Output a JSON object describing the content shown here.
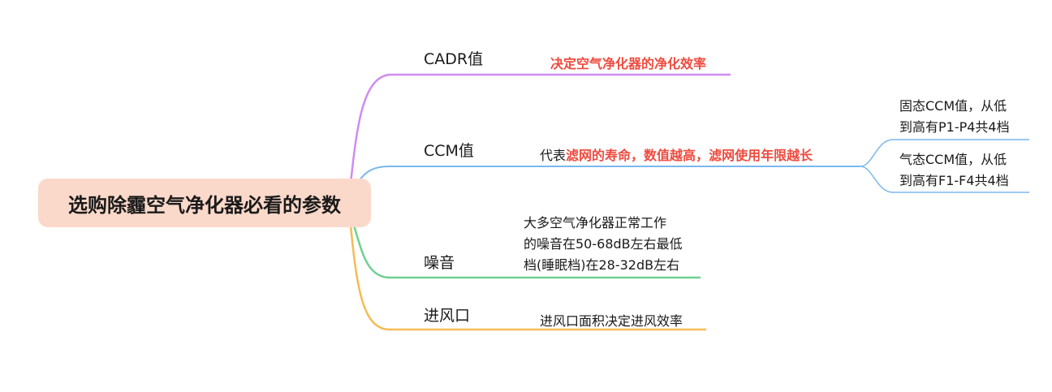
{
  "root": {
    "label": "选购除霾空气净化器必看的参数"
  },
  "branches": {
    "cadr": {
      "label": "CADR值",
      "leaf": "决定空气净化器的净化效率",
      "color": "#cf8cf0"
    },
    "ccm": {
      "label": "CCM值",
      "leaf": {
        "p1": "代表",
        "p2": "滤网的寿命",
        "p3": "，",
        "p4": "数值越高",
        "p5": "，",
        "p6": "滤网使用年限越长"
      },
      "sub1": {
        "line1": "固态CCM值，从低",
        "line2": "到高有P1-P4共4档"
      },
      "sub2": {
        "line1": "气态CCM值，从低",
        "line2": "到高有F1-F4共4档"
      },
      "color": "#7ab8ee"
    },
    "noise": {
      "label": "噪音",
      "leaf": {
        "line1": "大多空气净化器正常工作",
        "line2": "的噪音在50-68dB左右最低",
        "line3": "档(睡眠档)在28-32dB左右"
      },
      "color": "#6fd08f"
    },
    "inlet": {
      "label": "进风口",
      "leaf": "进风口面积决定进风效率",
      "color": "#f5bb55"
    }
  },
  "colors": {
    "highlight": "#ef4b3f",
    "root_fill": "#fbd9ca"
  }
}
